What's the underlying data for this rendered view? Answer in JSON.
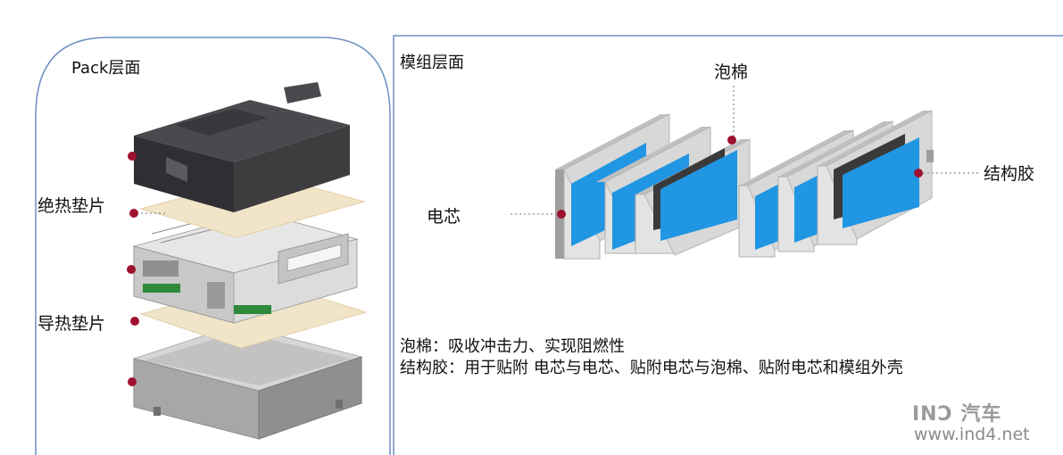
{
  "pack_panel": {
    "title": "Pack层面",
    "labels": {
      "insulation_pad": "绝热垫片",
      "thermal_pad": "导热垫片"
    }
  },
  "module_panel": {
    "title": "模组层面",
    "labels": {
      "foam": "泡棉",
      "cell": "电芯",
      "adhesive": "结构胶"
    },
    "descriptions": [
      "泡棉：吸收冲击力、实现阻燃性",
      "结构胶：用于贴附 电芯与电芯、贴附电芯与泡棉、贴附电芯和模组外壳"
    ]
  },
  "watermark": {
    "logo_text": "INƆ 汽车",
    "url": "www.ind4.net"
  },
  "colors": {
    "marker": "#a0102f",
    "cell_blue": "#2196e3",
    "panel_border": "#6c8fc0",
    "pad_beige": "#f2e4c8",
    "lid_dark": "#3d3d40"
  }
}
